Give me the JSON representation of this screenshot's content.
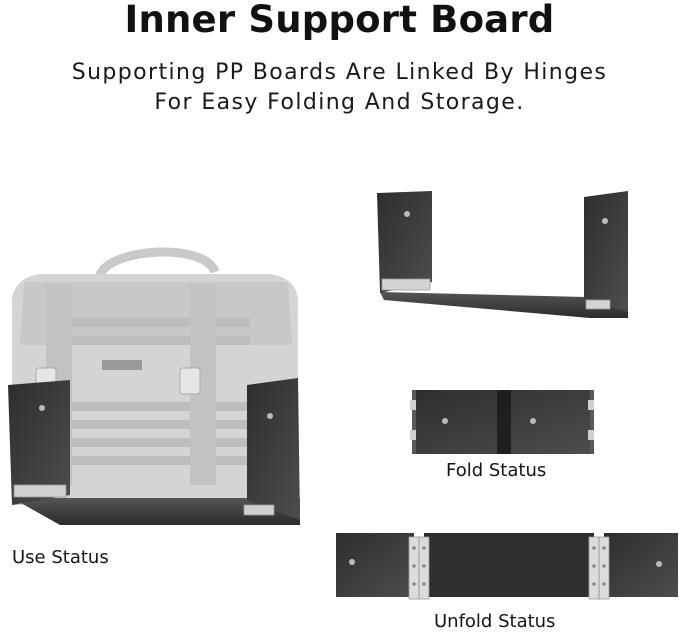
{
  "header": {
    "title": "Inner Support Board",
    "subtitle_line1": "Supporting PP Boards Are Linked By Hinges",
    "subtitle_line2": "For Easy Folding And Storage."
  },
  "captions": {
    "use_status": "Use Status",
    "fold_status": "Fold Status",
    "unfold_status": "Unfold Status"
  },
  "colors": {
    "board_dark": "#3a3a3a",
    "board_mid": "#4a4a4a",
    "bag_gray": "#cfcfcf",
    "hinge_silver": "#d6d6d6"
  }
}
